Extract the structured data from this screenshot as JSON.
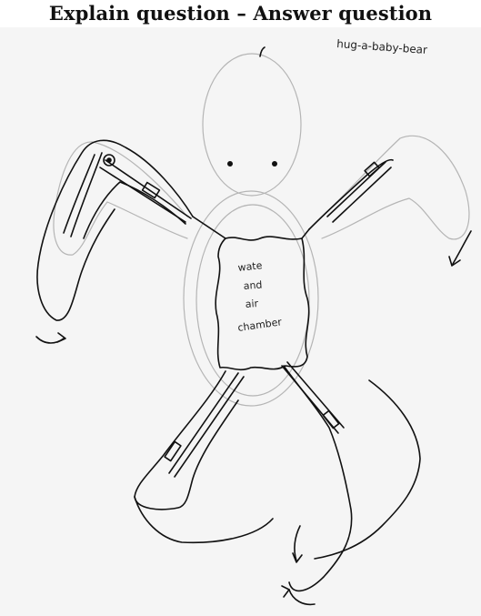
{
  "header": {
    "title": "Explain question – Answer question"
  },
  "sketch": {
    "caption": "hug-a-baby-bear",
    "chamber_label_lines": [
      "wate",
      "and",
      "air",
      "chamber"
    ]
  },
  "colors": {
    "background": "#f5f5f5",
    "ink": "#111111",
    "pencil": "#b5b5b5"
  }
}
